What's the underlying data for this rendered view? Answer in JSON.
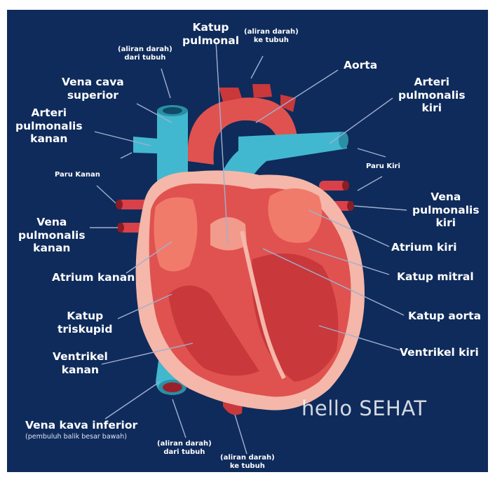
{
  "labels": {
    "katup_pulmonal": "Katup\npulmonal",
    "aliran_ke_tubuh_top": "(aliran darah)\nke tubuh",
    "aliran_dari_tubuh_top": "(aliran darah)\ndari tubuh",
    "aorta": "Aorta",
    "vena_cava_superior": "Vena cava\nsuperior",
    "arteri_pulmonalis_kiri": "Arteri\npulmonalis\nkiri",
    "arteri_pulmonalis_kanan": "Arteri\npulmonalis\nkanan",
    "paru_kanan": "Paru Kanan",
    "paru_kiri": "Paru Kiri",
    "vena_pulmonalis_kiri": "Vena\npulmonalis\nkiri",
    "vena_pulmonalis_kanan": "Vena\npulmonalis\nkanan",
    "atrium_kiri": "Atrium kiri",
    "atrium_kanan": "Atrium kanan",
    "katup_mitral": "Katup mitral",
    "katup_triskupid": "Katup\ntriskupid",
    "katup_aorta": "Katup aorta",
    "ventrikel_kanan": "Ventrikel\nkanan",
    "ventrikel_kiri": "Ventrikel kiri",
    "vena_kava_inferior": "Vena kava inferior",
    "vena_kava_inferior_note": "(pembuluh balik besar bawah)",
    "aliran_dari_tubuh_bottom": "(aliran darah)\ndari tubuh",
    "aliran_ke_tubuh_bottom": "(aliran darah)\nke tubuh"
  },
  "brand": "hello SEHAT",
  "colors": {
    "background": "#0f2b5b",
    "vessel_blue": "#41b8cf",
    "muscle_red": "#e0524f",
    "dark_red": "#c9383b",
    "outer_pink": "#f4b7a9",
    "text": "#ffffff"
  }
}
